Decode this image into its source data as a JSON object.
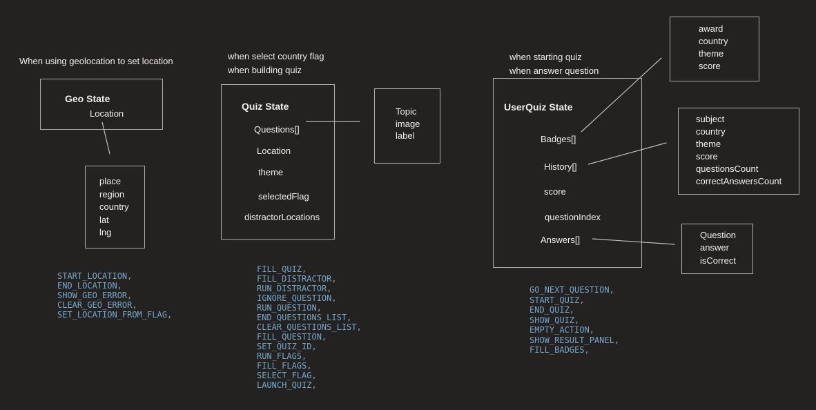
{
  "ui": {
    "comma": ","
  },
  "colors": {
    "background": "#242121",
    "box_border": "#b0adaa",
    "text": "#f1eeea",
    "action": "#74a8c9",
    "comma": "#959da3",
    "arrow": "#c0bdba"
  },
  "geo": {
    "heading": "When using geolocation to set location",
    "state": {
      "title": "Geo State",
      "fields": [
        "Location"
      ]
    },
    "location_box": {
      "fields": [
        "place",
        "region",
        "country",
        "lat",
        "lng"
      ]
    },
    "actions": [
      "START_LOCATION",
      "END_LOCATION",
      "SHOW_GEO_ERROR",
      "CLEAR_GEO_ERROR",
      "SET_LOCATION_FROM_FLAG"
    ]
  },
  "quiz": {
    "headings": [
      "when select country flag",
      "when building quiz"
    ],
    "state": {
      "title": "Quiz State",
      "fields": [
        "Questions[]",
        "Location",
        "theme",
        "selectedFlag",
        "distractorLocations"
      ]
    },
    "question_box": {
      "fields": [
        "Topic",
        "image",
        "label"
      ]
    },
    "actions": [
      "FILL_QUIZ",
      "FILL_DISTRACTOR",
      "RUN_DISTRACTOR",
      "IGNORE_QUESTION",
      "RUN_QUESTION",
      "END_QUESTIONS_LIST",
      "CLEAR_QUESTIONS_LIST",
      "FILL_QUESTION",
      "SET_QUIZ_ID",
      "RUN_FLAGS",
      "FILL_FLAGS",
      "SELECT_FLAG",
      "LAUNCH_QUIZ"
    ]
  },
  "userquiz": {
    "headings": [
      "when starting quiz",
      "when answer question"
    ],
    "state": {
      "title": "UserQuiz State",
      "fields": [
        "Badges[]",
        "History[]",
        "score",
        "questionIndex",
        "Answers[]"
      ]
    },
    "badge_box": {
      "fields": [
        "award",
        "country",
        "theme",
        "score"
      ]
    },
    "history_box": {
      "fields": [
        "subject",
        "country",
        "theme",
        "score",
        "questionsCount",
        "correctAnswersCount"
      ]
    },
    "answer_box": {
      "fields": [
        "Question",
        "answer",
        "isCorrect"
      ]
    },
    "actions": [
      "GO_NEXT_QUESTION",
      "START_QUIZ",
      "END_QUIZ",
      "SHOW_QUIZ",
      "EMPTY_ACTION",
      "SHOW_RESULT_PANEL",
      "FILL_BADGES"
    ]
  }
}
